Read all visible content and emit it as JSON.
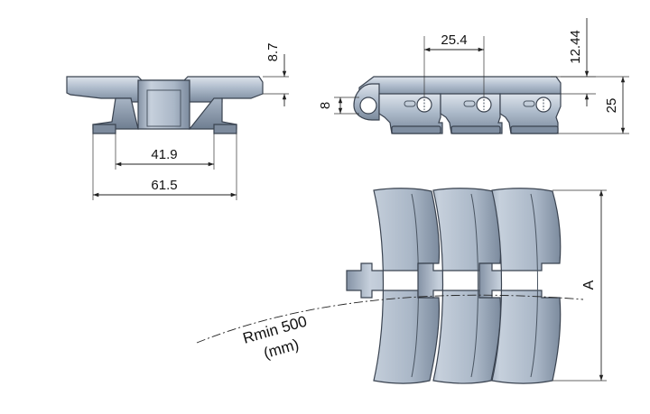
{
  "colors": {
    "body_light": "#c9d2de",
    "body_mid": "#9eacbd",
    "body_dark": "#6f7e91",
    "outline": "#3a4350",
    "dimension_line": "#222222",
    "background": "#ffffff"
  },
  "side_view": {
    "dim_height": "8.7",
    "dim_inner_width": "41.9",
    "dim_outer_width": "61.5"
  },
  "front_view": {
    "dim_pitch": "25.4",
    "dim_top": "12.44",
    "dim_pin": "8",
    "dim_height": "25"
  },
  "top_view": {
    "dim_a": "A",
    "radius_label": "Rmin 500",
    "radius_unit": "(mm)"
  }
}
